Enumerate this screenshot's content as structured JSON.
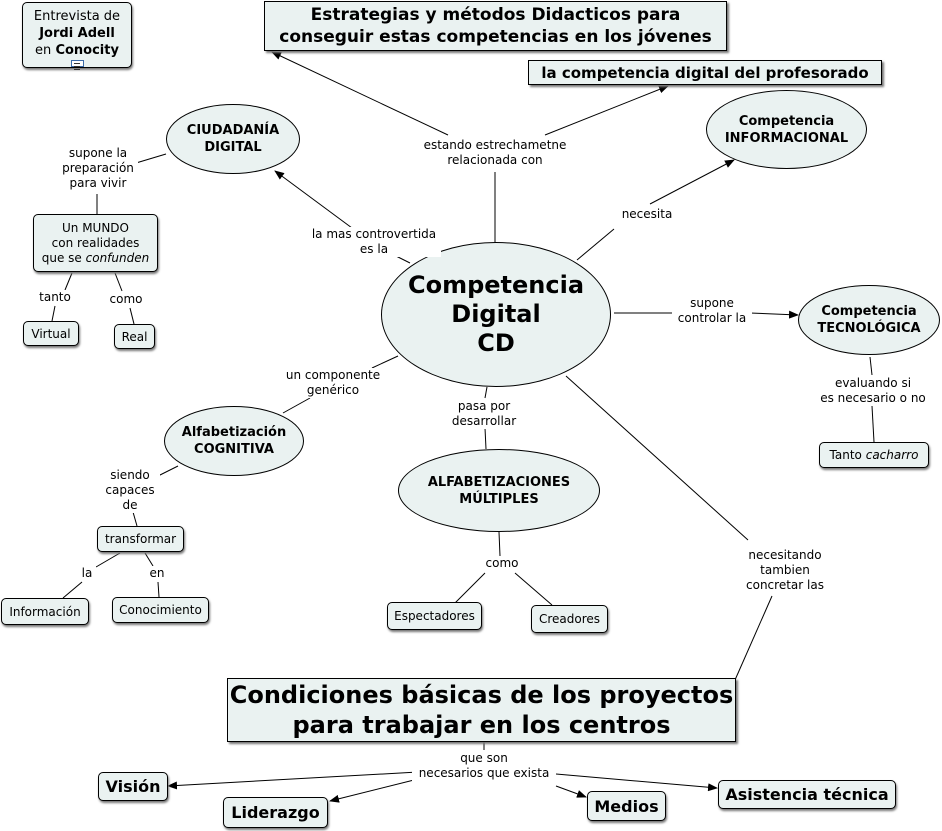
{
  "interview": {
    "line1": "Entrevista de",
    "name": "Jordi Adell",
    "prep": "en",
    "site": "Conocity",
    "icon": "document-link-icon"
  },
  "nodes": {
    "center": [
      "Competencia",
      "Digital",
      "CD"
    ],
    "ciudadania": [
      "CIUDADANÍA",
      "DIGITAL"
    ],
    "informacional": [
      "Competencia",
      "INFORMACIONAL"
    ],
    "tecnologica": [
      "Competencia",
      "TECNOLÓGICA"
    ],
    "cognitiva": [
      "Alfabetización",
      "COGNITIVA"
    ],
    "multiples": [
      "ALFABETIZACIONES",
      "MÚLTIPLES"
    ],
    "estrategias": [
      "Estrategias y métodos Didacticos para",
      "conseguir estas competencias en los jóvenes"
    ],
    "profesorado": "la competencia digital del profesorado",
    "condiciones": [
      "Condiciones básicas de los proyectos",
      "para trabajar en los centros"
    ],
    "mundo": [
      "Un MUNDO",
      "con realidades",
      "que se",
      "confunden"
    ],
    "virtual": "Virtual",
    "real": "Real",
    "transformar": "transformar",
    "informacion": "Información",
    "conocimiento": "Conocimiento",
    "espectadores": "Espectadores",
    "creadores": "Creadores",
    "cacharro": [
      "Tanto",
      "cacharro"
    ],
    "vision": "Visión",
    "liderazgo": "Liderazgo",
    "medios": "Medios",
    "asistencia": "Asistencia técnica"
  },
  "links": {
    "estando": [
      "estando estrechametne",
      "relacionada con"
    ],
    "controvertida": [
      "la mas controvertida",
      "es la"
    ],
    "necesita": "necesita",
    "supone_controlar": [
      "supone",
      "controlar la"
    ],
    "componente": [
      "un componente",
      "genérico"
    ],
    "pasa_por": [
      "pasa por",
      "desarrollar"
    ],
    "necesitando": [
      "necesitando",
      "tambien",
      "concretar las"
    ],
    "supone_prep": [
      "supone la",
      "preparación",
      "para vivir"
    ],
    "tanto": "tanto",
    "como1": "como",
    "siendo": [
      "siendo",
      "capaces",
      "de"
    ],
    "la": "la",
    "en": "en",
    "como2": "como",
    "evaluando": [
      "evaluando si",
      "es necesario o no"
    ],
    "que_son": [
      "que son",
      "necesarios que exista"
    ]
  },
  "colors": {
    "node_fill": "#eaf2f1",
    "stroke": "#000000",
    "background": "#ffffff"
  }
}
